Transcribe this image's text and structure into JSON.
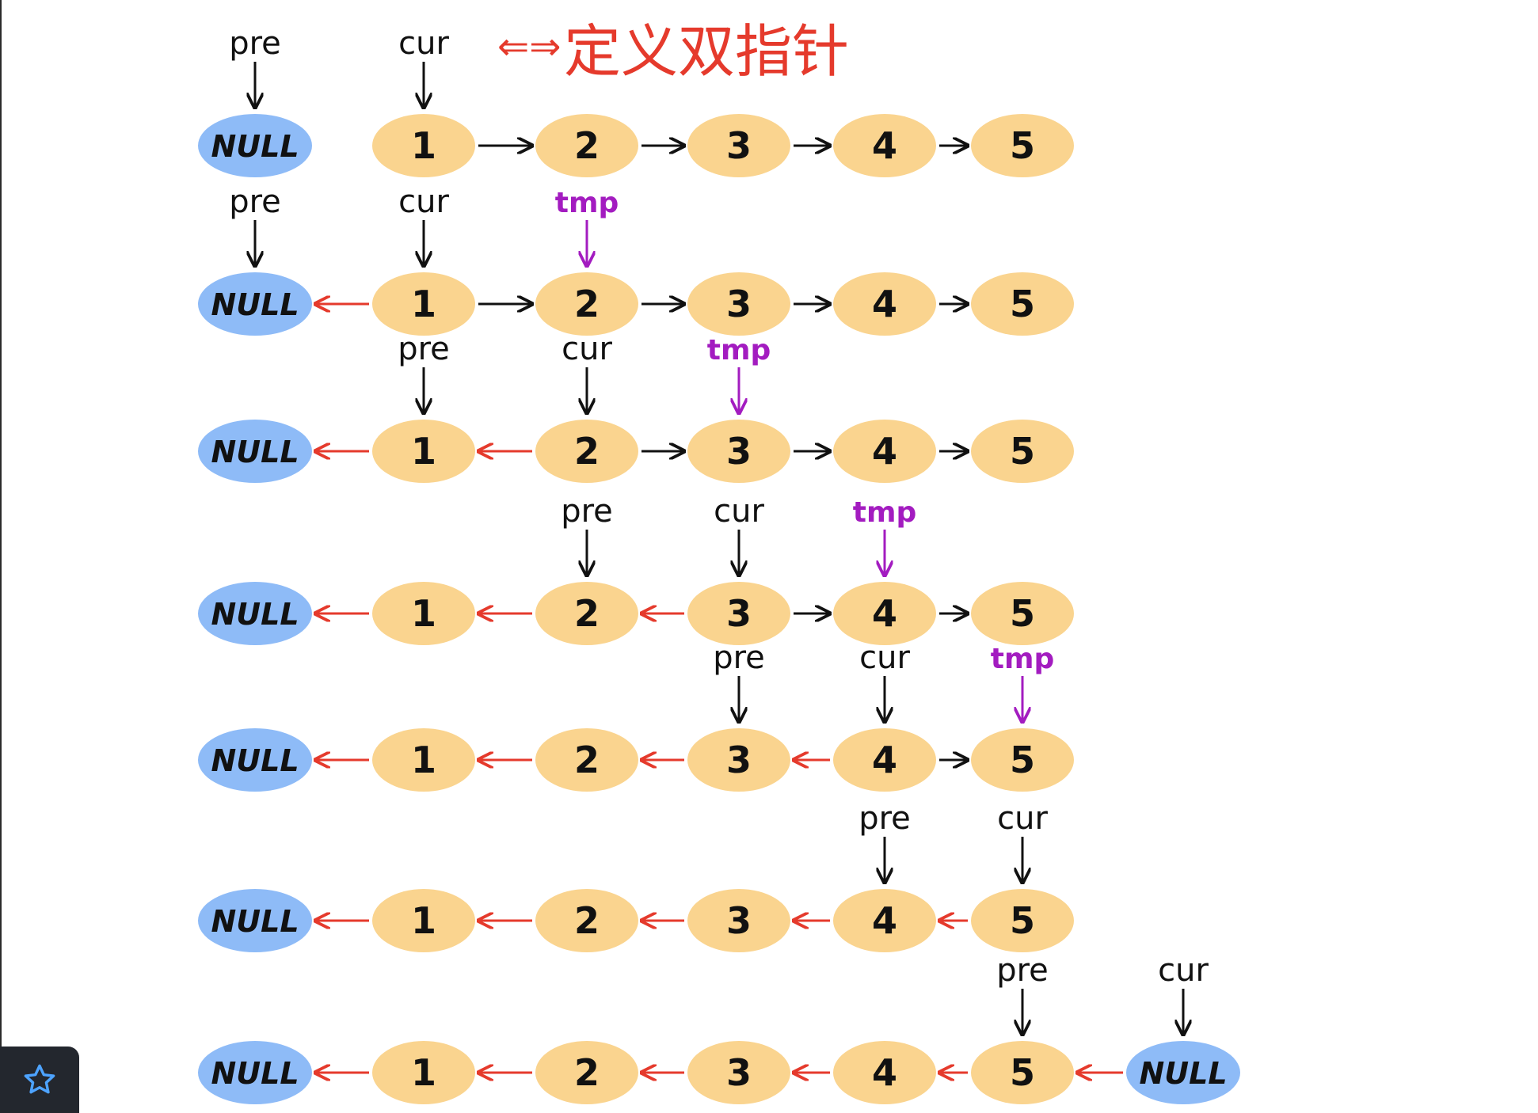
{
  "title": {
    "arrow": "⇐⇒",
    "text": "定义双指针"
  },
  "pointer_labels": {
    "pre": "pre",
    "cur": "cur",
    "tmp": "tmp"
  },
  "nodes": {
    "null": "NULL",
    "values": [
      "1",
      "2",
      "3",
      "4",
      "5"
    ]
  },
  "colors": {
    "node_fill": "#FAD48F",
    "null_fill": "#8EBBF7",
    "forward_arrow": "#111111",
    "reversed_arrow": "#E53A2C",
    "tmp_label": "#A31CC0",
    "title": "#E53A2C"
  },
  "steps": [
    {
      "reversed": 0,
      "pre": "null",
      "cur": 1,
      "tmp": null
    },
    {
      "reversed": 1,
      "pre": "null",
      "cur": 1,
      "tmp": 2
    },
    {
      "reversed": 2,
      "pre": 1,
      "cur": 2,
      "tmp": 3
    },
    {
      "reversed": 3,
      "pre": 2,
      "cur": 3,
      "tmp": 4
    },
    {
      "reversed": 4,
      "pre": 3,
      "cur": 4,
      "tmp": 5
    },
    {
      "reversed": 5,
      "pre": 4,
      "cur": 5,
      "tmp": null
    },
    {
      "reversed": 5,
      "pre": 5,
      "cur": "tail-null",
      "tmp": null
    }
  ],
  "toolbar": {
    "favorite_icon": "star-icon"
  }
}
